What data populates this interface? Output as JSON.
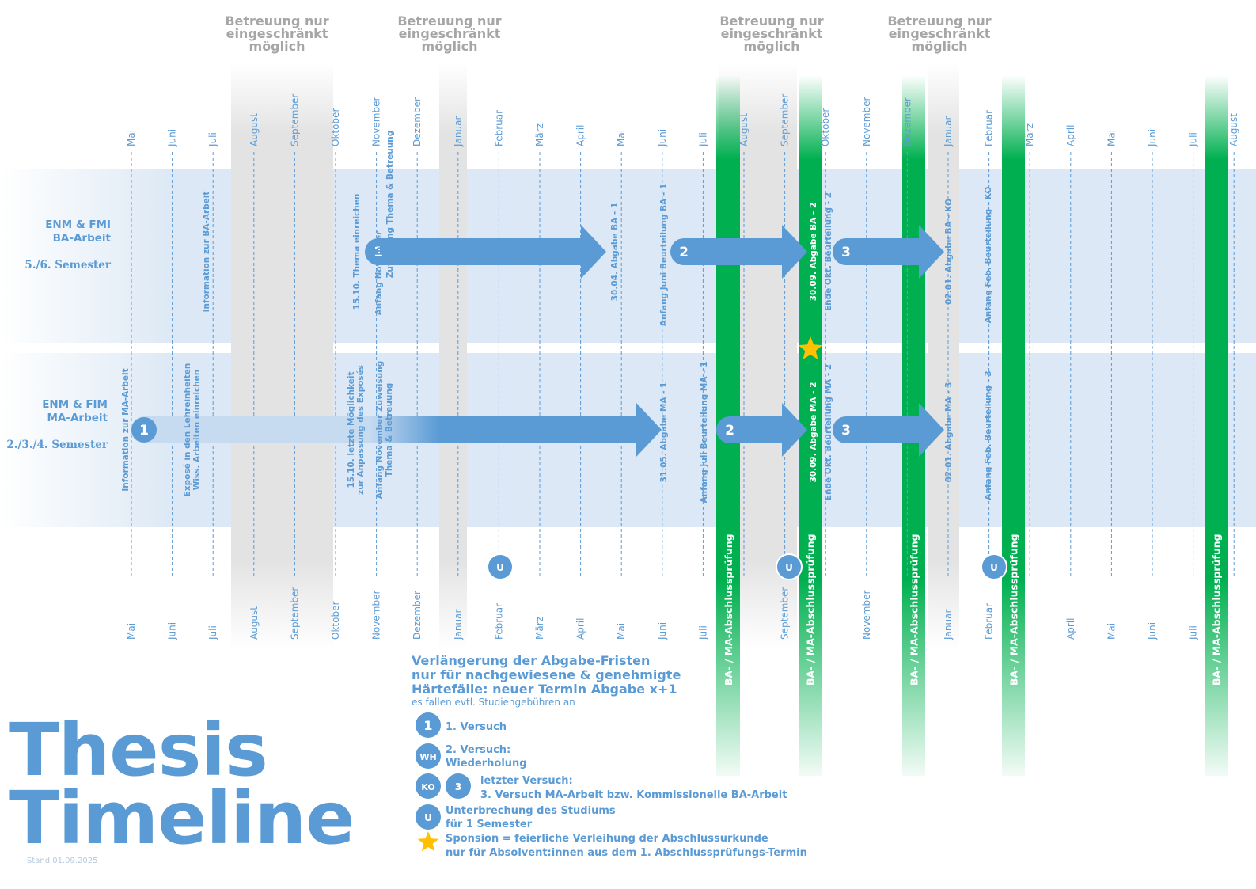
{
  "title": {
    "line1": "Thesis",
    "line2": "Timeline"
  },
  "stand": "Stand 01.09.2025",
  "betreuung_label": [
    "Betreuung nur",
    "eingeschränkt",
    "möglich"
  ],
  "months_top": [
    "Mai",
    "Juni",
    "Juli",
    "August",
    "September",
    "Oktober",
    "November",
    "Dezember",
    "Januar",
    "Februar",
    "März",
    "April",
    "Mai",
    "Juni",
    "Juli",
    "August",
    "September",
    "Oktober",
    "November",
    "Dezember",
    "Januar",
    "Februar",
    "März",
    "April",
    "Mai",
    "Juni",
    "Juli",
    "August"
  ],
  "months_bottom": [
    "Mai",
    "Juni",
    "Juli",
    "August",
    "September",
    "Oktober",
    "November",
    "Dezember",
    "Januar",
    "Februar",
    "März",
    "April",
    "Mai",
    "Juni",
    "Juli",
    "",
    "September",
    "",
    "November",
    "",
    "Januar",
    "Februar",
    "",
    "April",
    "Mai",
    "Juni",
    "Juli",
    ""
  ],
  "ba_row": {
    "line1": "ENM & FMI",
    "line2": "BA-Arbeit",
    "semester": "5./6. Semester"
  },
  "ma_row": {
    "line1": "ENM & FIM",
    "line2": "MA-Arbeit",
    "semester": "2./3./4. Semester"
  },
  "exam_label": "BA- / MA-Abschlussprüfung",
  "ba_events": [
    "Information zur BA-Arbeit",
    "15.10. Thema einreichen",
    "Anfang November",
    "Zuweisung Thema & Betreuung",
    "30.04. Abgabe BA - 1",
    "Anfang Juni Beurteilung BA - 1",
    "30.09. Abgabe BA - 2",
    "Ende Okt. Beurteilung - 2",
    "02.01. Abgabe BA - KO",
    "Anfang Feb. Beurteilung - KO"
  ],
  "ma_events": [
    "Information zur MA-Arbeit",
    "Exposé in den Lehreinheiten",
    "Wiss. Arbeiten einreichen",
    "15.10. letzte Möglichkeit",
    "zur Anpassung des Exposés",
    "Anfang November Zuweisung",
    "Thema & Betreuung",
    "31.05. Abgabe MA - 1",
    "Anfang Juli Beurteilung MA - 1",
    "30.09. Abgabe MA - 2",
    "Ende Okt. Beurteilung MA - 2",
    "02.01. Abgabe MA - 3",
    "Anfang Feb. Beurteilung - 3"
  ],
  "arrow_numbers": {
    "ba": [
      "1",
      "2",
      "3"
    ],
    "ma": [
      "1",
      "2",
      "3"
    ]
  },
  "u_label": "U",
  "extension": {
    "line1": "Verlängerung der Abgabe-Fristen",
    "line2": "nur für nachgewiesene & genehmigte",
    "line3": "Härtefälle: neuer Termin Abgabe x+1",
    "note": "es fallen evtl. Studiengebühren an"
  },
  "legend": {
    "first": {
      "badge": "1",
      "text": "1. Versuch"
    },
    "second": {
      "badge": "WH",
      "text1": "2. Versuch:",
      "text2": "Wiederholung"
    },
    "last": {
      "badge1": "KO",
      "badge2": "3",
      "text1": "letzter Versuch:",
      "text2": "3. Versuch MA-Arbeit bzw. Kommissionelle BA-Arbeit"
    },
    "break": {
      "badge": "U",
      "text1": "Unterbrechung des Studiums",
      "text2": "für 1 Semester"
    },
    "sponsion": {
      "icon": "star-icon",
      "text1": "Sponsion = feierliche Verleihung der Abschlussurkunde",
      "text2": "nur für Absolvent:innen aus dem 1. Abschlussprüfungs-Termin"
    }
  },
  "colors": {
    "accent": "#5b9bd5",
    "green": "#00b050",
    "grey": "#bfbfbf",
    "band": "#dce8f5",
    "star": "#ffc000"
  }
}
